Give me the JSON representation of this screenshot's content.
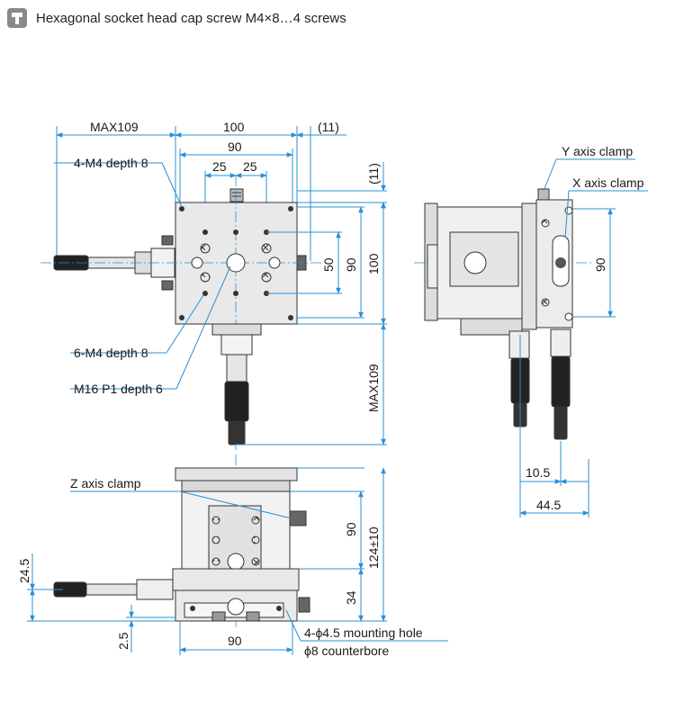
{
  "header": {
    "icon": "screw-icon",
    "title": "Hexagonal socket head cap screw M4×8…4 screws"
  },
  "labels": {
    "max109_top": "MAX109",
    "d100_top": "100",
    "d11_top": "(11)",
    "d90_top": "90",
    "d25_a": "25",
    "d25_b": "25",
    "m4_depth8_4": "4-M4 depth 8",
    "m4_depth8_6": "6-M4 depth 8",
    "m16_depth6": "M16 P1 depth 6",
    "d11_right": "(11)",
    "d50": "50",
    "d90_right": "90",
    "d100_right": "100",
    "max109_right": "MAX109",
    "y_axis_clamp": "Y axis clamp",
    "x_axis_clamp": "X axis clamp",
    "d90_side": "90",
    "d10_5": "10.5",
    "d44_5": "44.5",
    "z_axis_clamp": "Z axis clamp",
    "d90_front": "90",
    "d124": "124±10",
    "d34": "34",
    "d24_5": "24.5",
    "d2_5": "2.5",
    "d90_bottom": "90",
    "mounting_hole": "4-ϕ4.5 mounting hole",
    "counterbore": "ϕ8 counterbore"
  }
}
